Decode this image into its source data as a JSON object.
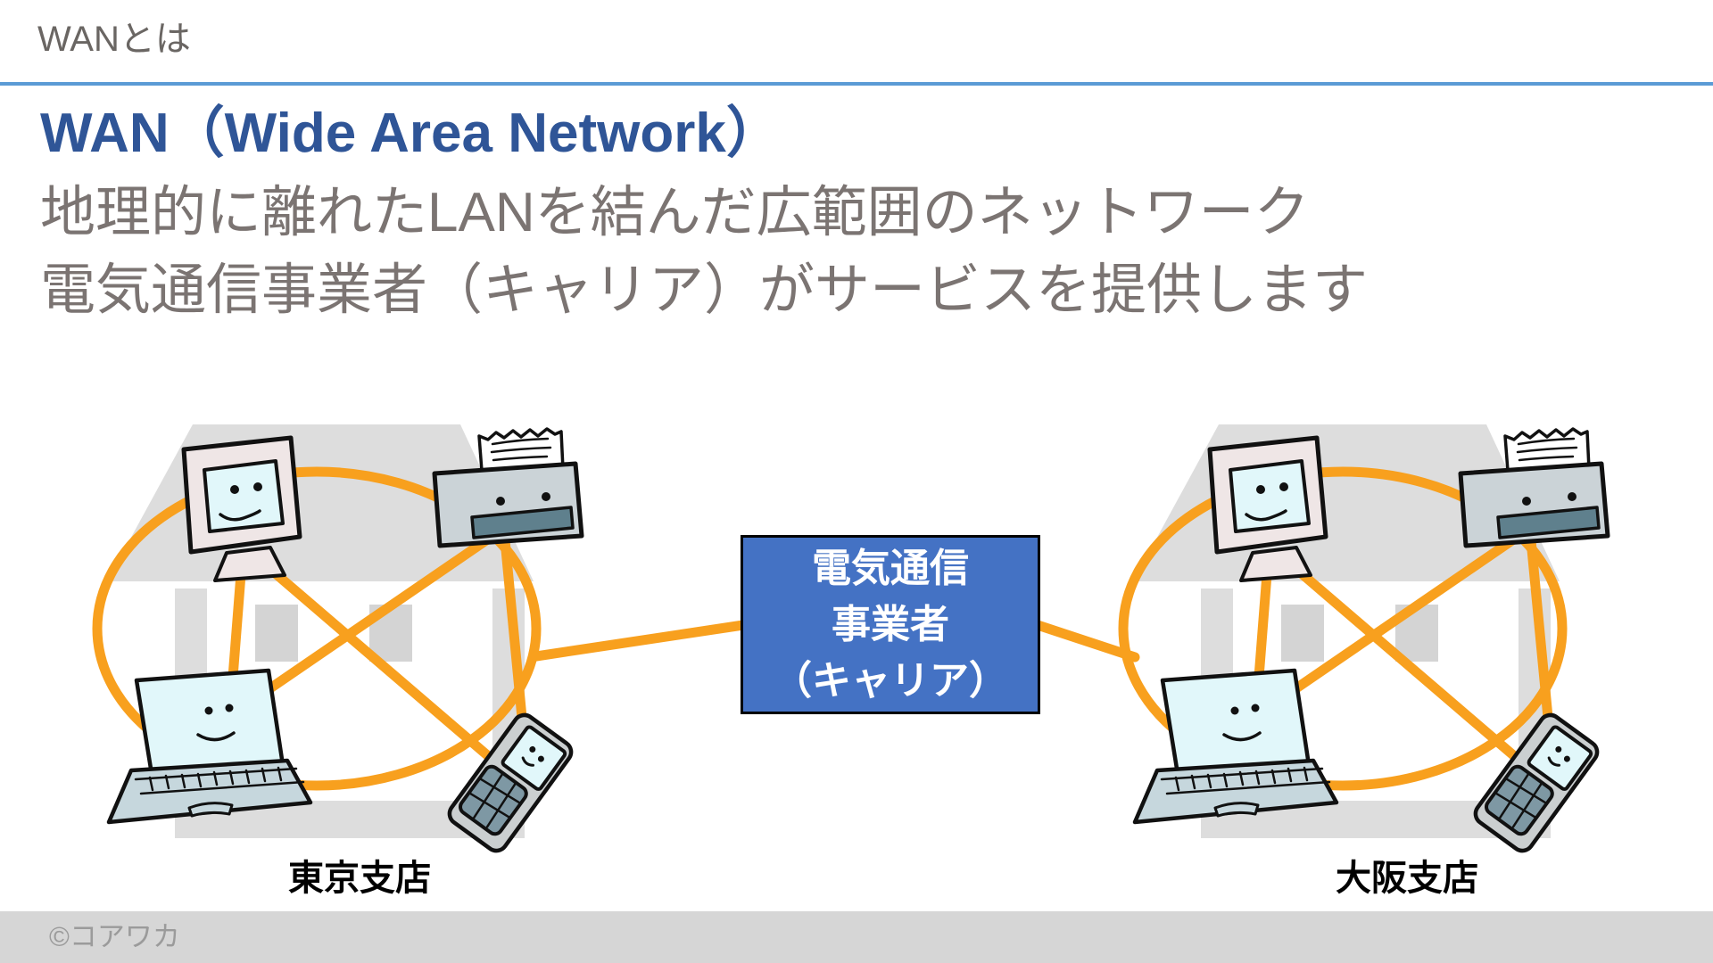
{
  "header": {
    "title": "WANとは",
    "rule_color": "#5B9BD5"
  },
  "content": {
    "heading": "WAN（Wide Area Network）",
    "heading_color": "#2F5597",
    "line1": "地理的に離れたLANを結んだ広範囲のネットワーク",
    "line2": "電気通信事業者（キャリア）がサービスを提供します",
    "body_color": "#7B7472"
  },
  "diagram": {
    "carrier_box": {
      "line1": "電気通信",
      "line2": "事業者",
      "line3": "（キャリア）",
      "bg_color": "#4472C4",
      "text_color": "#FFFFFF"
    },
    "left_site": {
      "label": "東京支店",
      "devices": [
        "desktop-computer",
        "printer",
        "laptop",
        "mobile-phone"
      ]
    },
    "right_site": {
      "label": "大阪支店",
      "devices": [
        "desktop-computer",
        "printer",
        "laptop",
        "mobile-phone"
      ]
    },
    "lan_color": "#F8A01E",
    "house_color": "#DDDDDD"
  },
  "footer": {
    "copyright": "©コアワカ"
  }
}
